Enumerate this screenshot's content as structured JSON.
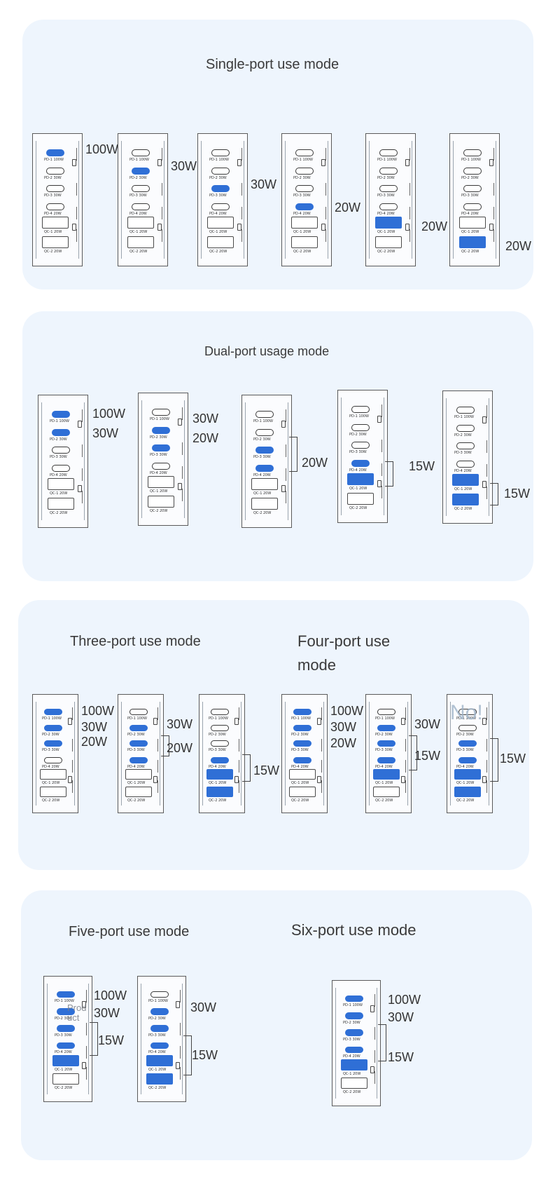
{
  "sections": {
    "single": {
      "title": "Single-port use mode"
    },
    "dual": {
      "title": "Dual-port usage mode"
    },
    "three": {
      "title": "Three-port use mode"
    },
    "four": {
      "title_line1": "Four-port use",
      "title_line2": "mode"
    },
    "five": {
      "title": "Five-port use mode"
    },
    "six": {
      "title": "Six-port use mode"
    }
  },
  "port_labels": [
    "PD-1 100W",
    "PD-2 30W",
    "PD-3 30W",
    "PD-4 20W",
    "QC-1 20W",
    "QC-2 20W"
  ],
  "single": [
    {
      "active": [
        0
      ],
      "labels": [
        "100W"
      ]
    },
    {
      "active": [
        1
      ],
      "labels": [
        "30W"
      ]
    },
    {
      "active": [
        2
      ],
      "labels": [
        "30W"
      ]
    },
    {
      "active": [
        3
      ],
      "labels": [
        "20W"
      ]
    },
    {
      "active": [
        4
      ],
      "labels": [
        "20W"
      ]
    },
    {
      "active": [
        5
      ],
      "labels": [
        "20W"
      ]
    }
  ],
  "dual": [
    {
      "active": [
        0,
        1
      ],
      "labels": [
        "100W",
        "30W"
      ]
    },
    {
      "active": [
        1,
        2
      ],
      "labels": [
        "30W",
        "20W"
      ]
    },
    {
      "active": [
        2,
        3
      ],
      "labels": [
        "20W"
      ]
    },
    {
      "active": [
        3,
        4
      ],
      "labels": [
        "15W"
      ]
    },
    {
      "active": [
        4,
        5
      ],
      "labels": [
        "15W"
      ]
    }
  ],
  "three": [
    {
      "active": [
        0,
        1,
        2
      ],
      "labels": [
        "100W",
        "30W",
        "20W"
      ]
    },
    {
      "active": [
        1,
        2,
        3
      ],
      "labels": [
        "30W",
        "20W"
      ]
    },
    {
      "active": [
        3,
        4,
        5
      ],
      "labels": [
        "15W"
      ]
    }
  ],
  "four": [
    {
      "active": [
        0,
        1,
        2,
        3
      ],
      "labels": [
        "100W",
        "30W",
        "20W"
      ]
    },
    {
      "active": [
        1,
        2,
        3,
        4
      ],
      "labels": [
        "30W",
        "15W"
      ]
    },
    {
      "active": [
        2,
        3,
        4,
        5
      ],
      "labels": [
        "15W"
      ]
    }
  ],
  "five": [
    {
      "active": [
        0,
        1,
        2,
        3,
        4
      ],
      "labels": [
        "100W",
        "30W",
        "15W"
      ]
    },
    {
      "active": [
        1,
        2,
        3,
        4,
        5
      ],
      "labels": [
        "30W",
        "15W"
      ]
    }
  ],
  "six": [
    {
      "active": [
        0,
        1,
        2,
        3,
        4
      ],
      "labels": [
        "100W",
        "30W",
        "15W"
      ]
    }
  ],
  "overlays": {
    "not_text": "No!",
    "prod_text_1": "Prod",
    "prod_text_2": "uct"
  },
  "colors": {
    "active_port": "#2f6fd6",
    "panel_bg": "#eef5fd"
  }
}
